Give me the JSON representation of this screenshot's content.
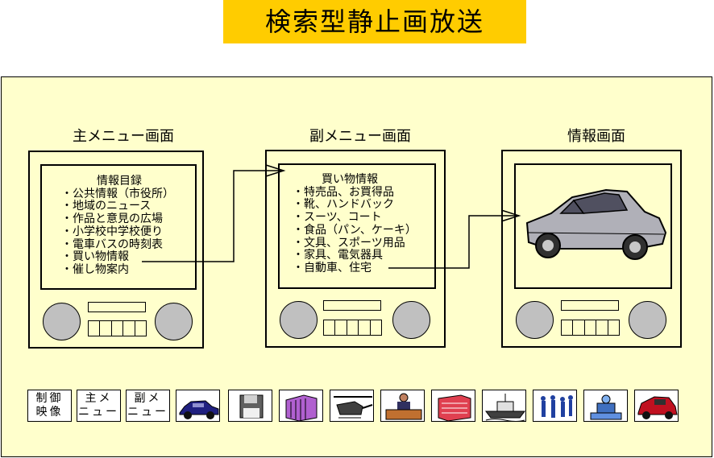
{
  "title": "検索型静止画放送",
  "captions": {
    "main": "主メニュー画面",
    "sub": "副メニュー画面",
    "info": "情報画面"
  },
  "main_menu": {
    "heading": "情報目録",
    "items": [
      "・公共情報（市役所）",
      "・地域のニュース",
      "・作品と意見の広場",
      "・小学校中学校便り",
      "・電車バスの時刻表",
      "・買い物情報",
      "・催し物案内"
    ]
  },
  "sub_menu": {
    "heading": "買い物情報",
    "items": [
      "・特売品、お買得品",
      "・靴、ハンドバック",
      "・スーツ、コート",
      "・食品（パン、ケーキ）",
      "・文具、スポーツ用品",
      "・家具、電気器具",
      "・自動車、住宅"
    ]
  },
  "buttons": [
    {
      "line1": "制御",
      "line2": "映像"
    },
    {
      "line1": "主メ",
      "line2": "ニュー"
    },
    {
      "line1": "副メ",
      "line2": "ニュー"
    }
  ],
  "icons": [
    "car-icon",
    "floppy-disk-icon",
    "buildings-icon",
    "helicopter-icon",
    "news-anchor-icon",
    "apartment-icon",
    "ship-icon",
    "people-icon",
    "monument-icon",
    "red-car-icon"
  ],
  "colors": {
    "title_bg": "#ffcc00",
    "panel_bg": "#ffffcc",
    "knob": "#c0c0c0"
  }
}
